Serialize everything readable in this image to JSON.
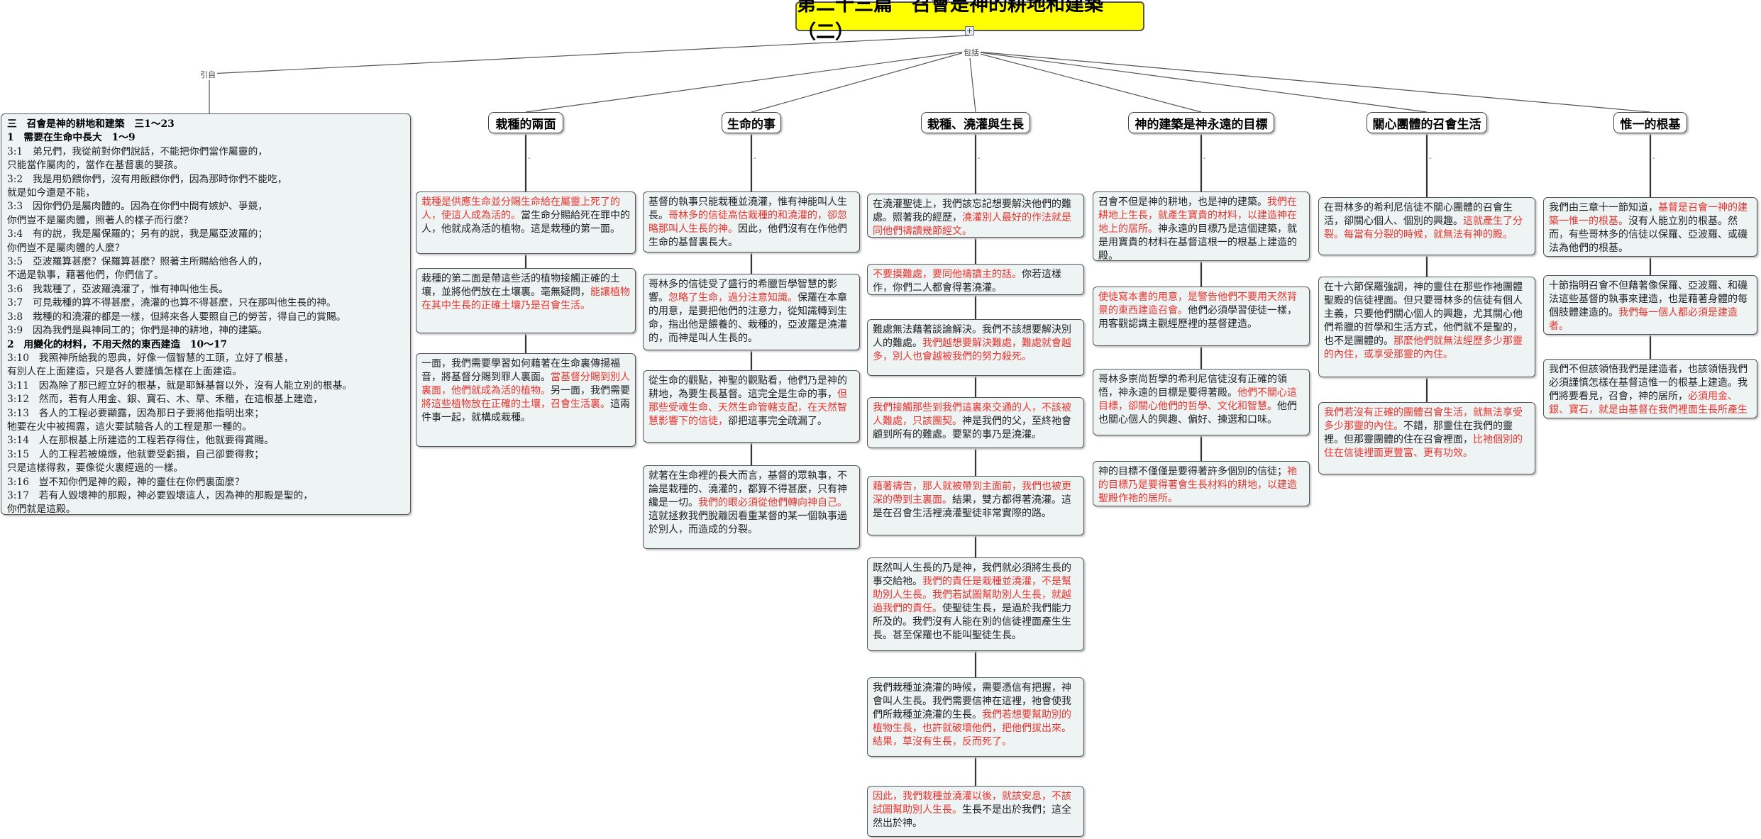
{
  "title": "第二十三篇　召會是神的耕地和建築（二）",
  "icons": {
    "expand": "plus-square-icon",
    "collapse": "minus-icon"
  },
  "link_labels": {
    "ref": "引自",
    "includes": "包括"
  },
  "collapse_mark": "-",
  "colors": {
    "title_bg": "#ffff00",
    "note_bg": "#eef4f4",
    "highlight": "#e8342e"
  },
  "scripture": [
    {
      "text": "三　召會是神的耕地和建築　三1～23",
      "hdr": true
    },
    {
      "text": "1　需要在生命中長大　1～9",
      "hdr": true
    },
    {
      "text": "3:1　弟兄們，我從前對你們說話，不能把你們當作屬靈的，"
    },
    {
      "text": "只能當作屬肉的，當作在基督裏的嬰孩。"
    },
    {
      "text": "3:2　我是用奶餵你們，沒有用飯餵你們，因為那時你們不能吃，"
    },
    {
      "text": "就是如今還是不能，"
    },
    {
      "text": "3:3　因你們仍是屬肉體的。因為在你們中間有嫉妒、爭競，"
    },
    {
      "text": "你們豈不是屬肉體，照著人的樣子而行麼？"
    },
    {
      "text": "3:4　有的說，我是屬保羅的；另有的說，我是屬亞波羅的；"
    },
    {
      "text": "你們豈不是屬肉體的人麼？"
    },
    {
      "text": "3:5　亞波羅算甚麼？保羅算甚麼？照著主所賜給他各人的，"
    },
    {
      "text": "不過是執事，藉著他們，你們信了。"
    },
    {
      "text": "3:6　我栽種了，亞波羅澆灌了，惟有神叫他生長。"
    },
    {
      "text": "3:7　可見栽種的算不得甚麼，澆灌的也算不得甚麼，只在那叫他生長的神。"
    },
    {
      "text": "3:8　栽種的和澆灌的都是一樣，但將來各人要照自己的勞苦，得自己的賞賜。"
    },
    {
      "text": "3:9　因為我們是與神同工的；你們是神的耕地，神的建築。"
    },
    {
      "text": "2　用變化的材料，不用天然的東西建造　10～17",
      "hdr": true
    },
    {
      "text": "3:10　我照神所給我的恩典，好像一個智慧的工頭，立好了根基，"
    },
    {
      "text": "有別人在上面建造，只是各人要謹慎怎樣在上面建造。"
    },
    {
      "text": "3:11　因為除了那已經立好的根基，就是耶穌基督以外，沒有人能立別的根基。"
    },
    {
      "text": "3:12　然而，若有人用金、銀、寶石、木、草、禾稭，在這根基上建造，"
    },
    {
      "text": "3:13　各人的工程必要顯露，因為那日子要將他指明出來；"
    },
    {
      "text": "牠要在火中被揭露，這火要試驗各人的工程是那一種的。"
    },
    {
      "text": "3:14　人在那根基上所建造的工程若存得住，他就要得賞賜。"
    },
    {
      "text": "3:15　人的工程若被燒燬，他就要受虧損，自己卻要得救；"
    },
    {
      "text": "只是這樣得救，要像從火裏經過的一樣。"
    },
    {
      "text": "3:16　豈不知你們是神的殿，神的靈住在你們裏面麼？"
    },
    {
      "text": "3:17　若有人毀壞神的那殿，神必要毀壞這人，因為神的那殿是聖的，"
    },
    {
      "text": "你們就是這殿。"
    }
  ],
  "categories": [
    {
      "label": "栽種的兩面"
    },
    {
      "label": "生命的事"
    },
    {
      "label": "栽種、澆灌與生長"
    },
    {
      "label": "神的建築是神永遠的目標"
    },
    {
      "label": "關心團體的召會生活"
    },
    {
      "label": "惟一的根基"
    }
  ],
  "notes": [
    [
      {
        "segments": [
          {
            "t": "栽種是供應生命並分賜生命給在屬靈上死了的人，使這人成為活的。",
            "r": true
          },
          {
            "t": "當生命分賜給死在罪中的人，他就成為活的植物。這是栽種的第一面。"
          }
        ]
      },
      {
        "segments": [
          {
            "t": "栽種的第二面是帶這些活的植物接觸正確的土壤，並將他們放在土壤裏。毫無疑問，"
          },
          {
            "t": "能讓植物在其中生長的正確土壤乃是召會生活。",
            "r": true
          }
        ]
      },
      {
        "segments": [
          {
            "t": "一面，我們需要學習如何藉著在生命裏傳揚福音，將基督分賜到罪人裏面。"
          },
          {
            "t": "當基督分賜到別人裏面，他們就成為活的植物。",
            "r": true
          },
          {
            "t": "另一面，我們需要"
          },
          {
            "t": "將這些植物放在正確的土壤，召會生活裏。",
            "r": true
          },
          {
            "t": "這兩件事一起，就構成栽種。"
          }
        ]
      }
    ],
    [
      {
        "segments": [
          {
            "t": "基督的執事只能栽種並澆灌，惟有神能叫人生長。"
          },
          {
            "t": "哥林多的信徒高估栽種的和澆灌的，卻忽略那叫人生長的神。",
            "r": true
          },
          {
            "t": "因此，他們沒有在作他們生命的基督裏長大。"
          }
        ]
      },
      {
        "segments": [
          {
            "t": "哥林多的信徒受了盛行的希臘哲學智慧的影響。"
          },
          {
            "t": "忽略了生命，過分注意知識。",
            "r": true
          },
          {
            "t": "保羅在本章的用意，是要把他們的注意力，從知識轉到生命，指出他是餵養的、栽種的，亞波羅是澆灌的，而神是叫人生長的。"
          }
        ]
      },
      {
        "segments": [
          {
            "t": "從生命的觀點，神聖的觀點看，他們乃是神的耕地，為要生長基督。這完全是生命的事，"
          },
          {
            "t": "但那些受魂生命、天然生命管轄支配，在天然智慧影響下的信徒，",
            "r": true
          },
          {
            "t": "卻把這事完全疏漏了。"
          }
        ]
      },
      {
        "segments": [
          {
            "t": "就著在生命裡的長大而言，基督的眾執事，不論是栽種的、澆灌的，都算不得甚麼，只有神纔是一切。"
          },
          {
            "t": "我們的眼必須從他們轉向神自己。",
            "r": true
          },
          {
            "t": "這就拯救我們脫離因看重某督的某一個執事過於別人，而造成的分裂。"
          }
        ]
      }
    ],
    [
      {
        "segments": [
          {
            "t": "在澆灌聖徒上，我們該忘記想要解決他們的難處。照著我的經歷，"
          },
          {
            "t": "澆灌別人最好的作法就是同他們禱讀幾節經文。",
            "r": true
          }
        ]
      },
      {
        "segments": [
          {
            "t": "不要摸難處，要同他禱讀主的話。",
            "r": true
          },
          {
            "t": "你若這樣作，你們二人都會得著澆灌。"
          }
        ]
      },
      {
        "segments": [
          {
            "t": "難處無法藉著談論解決。我們不該想要解決別人的難處。"
          },
          {
            "t": "我們越想要解決難處，難處就會越多，別人也會越被我們的努力殺死。",
            "r": true
          }
        ]
      },
      {
        "segments": [
          {
            "t": "我們接觸那些到我們這裏來交通的人，不該被人難處，只該團契。",
            "r": true
          },
          {
            "t": "神是我們的父，至終祂會顧到所有的難處。要緊的事乃是澆灌。"
          }
        ]
      },
      {
        "segments": [
          {
            "t": "藉著禱告，那人就被帶到主面前，我們也被更深的帶到主裏面。",
            "r": true
          },
          {
            "t": "結果，雙方都得著澆灌。這是在召會生活裡澆灌聖徒非常實際的路。"
          }
        ]
      },
      {
        "segments": [
          {
            "t": "既然叫人生長的乃是神，我們就必須將生長的事交給祂。"
          },
          {
            "t": "我們的責任是栽種並澆灌，不是幫助別人生長。我們若試圖幫助別人生長，就越過我們的責任。",
            "r": true
          },
          {
            "t": "使聖徒生長，是過於我們能力所及的。我們沒有人能在別的信徒裡面產生生長。甚至保羅也不能叫聖徒生長。"
          }
        ]
      },
      {
        "segments": [
          {
            "t": "我們栽種並澆灌的時候，需要憑信有把握，神會叫人生長。我們需要信神在這裡，祂會使我們所栽種並澆灌的生長。"
          },
          {
            "t": "我們若想要幫助別的植物生長，也許就破壞他們，把他們拔出來。結果，草沒有生長，反而死了。",
            "r": true
          }
        ]
      },
      {
        "segments": [
          {
            "t": "因此，我們栽種並澆灌以後，就該安息，不該試圖幫助別人生長。",
            "r": true
          },
          {
            "t": "生長不是出於我們；這全然出於神。"
          }
        ]
      }
    ],
    [
      {
        "segments": [
          {
            "t": "召會不但是神的耕地，也是神的建築。"
          },
          {
            "t": "我們在耕地上生長，就產生寶貴的材料，以建造神在地上的居所。",
            "r": true
          },
          {
            "t": "神永遠的目標乃是這個建築，就是用寶貴的材料在基督這根一的根基上建造的殿。"
          }
        ]
      },
      {
        "segments": [
          {
            "t": "使徒寫本書的用意，是警告他們不要用天然背景的東西建造召會。",
            "r": true
          },
          {
            "t": "他們必須學習使徒一樣，用客觀認識主觀經歷裡的基督建造。"
          }
        ]
      },
      {
        "segments": [
          {
            "t": "哥林多崇尚哲學的希利尼信徒沒有正確的領悟，神永遠的目標是要得著殿。"
          },
          {
            "t": "他們不關心這目標，卻關心他們的哲學、文化和智慧。",
            "r": true
          },
          {
            "t": "他們也關心個人的興趣、偏好、揀選和口味。"
          }
        ]
      },
      {
        "segments": [
          {
            "t": "神的目標不僅僅是要得著許多個別的信徒；"
          },
          {
            "t": "祂的目標乃是要得著會生長材料的耕地，以建造聖殿作祂的居所。",
            "r": true
          }
        ]
      }
    ],
    [
      {
        "segments": [
          {
            "t": "在哥林多的希利尼信徒不關心團體的召會生活，卻關心個人、個別的興趣。"
          },
          {
            "t": "這就產生了分裂。每當有分裂的時候，就無法有神的殿。",
            "r": true
          }
        ]
      },
      {
        "segments": [
          {
            "t": "在十六節保羅強調，神的靈住在那些作祂團體聖殿的信徒裡面。但只要哥林多的信徒有個人主義，只要他們關心個人的興趣，尤其關心他們希臘的哲學和生活方式，他們就不是聖的，也不是團體的。"
          },
          {
            "t": "那麼他們就無法經歷多少那靈的內住，或享受那靈的內住。",
            "r": true
          }
        ]
      },
      {
        "segments": [
          {
            "t": "我們若沒有正確的團體召會生活，就無法享受多少那靈的內住。",
            "r": true
          },
          {
            "t": "不錯，那靈住在我們的靈裡。但那靈團體的住在召會裡面，"
          },
          {
            "t": "比祂個別的住在信徒裡面更豐富、更有功效。",
            "r": true
          }
        ]
      }
    ],
    [
      {
        "segments": [
          {
            "t": "我們由三章十一節知道，"
          },
          {
            "t": "基督是召會一神的建築一惟一的根基。",
            "r": true
          },
          {
            "t": "沒有人能立別的根基。然而，有些哥林多的信徒以保羅、亞波羅、或磯法為他們的根基。"
          }
        ]
      },
      {
        "segments": [
          {
            "t": "十節指明召會不但藉著像保羅、亞波羅、和磯法這些基督的執事來建造，也是藉著身體的每個肢體建造的。"
          },
          {
            "t": "我們每一個人都必須是建造者。",
            "r": true
          }
        ]
      },
      {
        "segments": [
          {
            "t": "我們不但該領悟我們是建造者，也該領悟我們必須謹慎怎樣在基督這惟一的根基上建造。我們將要看見，召會，神的居所，"
          },
          {
            "t": "必須用金、銀、寶石，就是由基督在我們裡面生長所產生的材料來建造。",
            "r": true
          }
        ]
      }
    ]
  ]
}
